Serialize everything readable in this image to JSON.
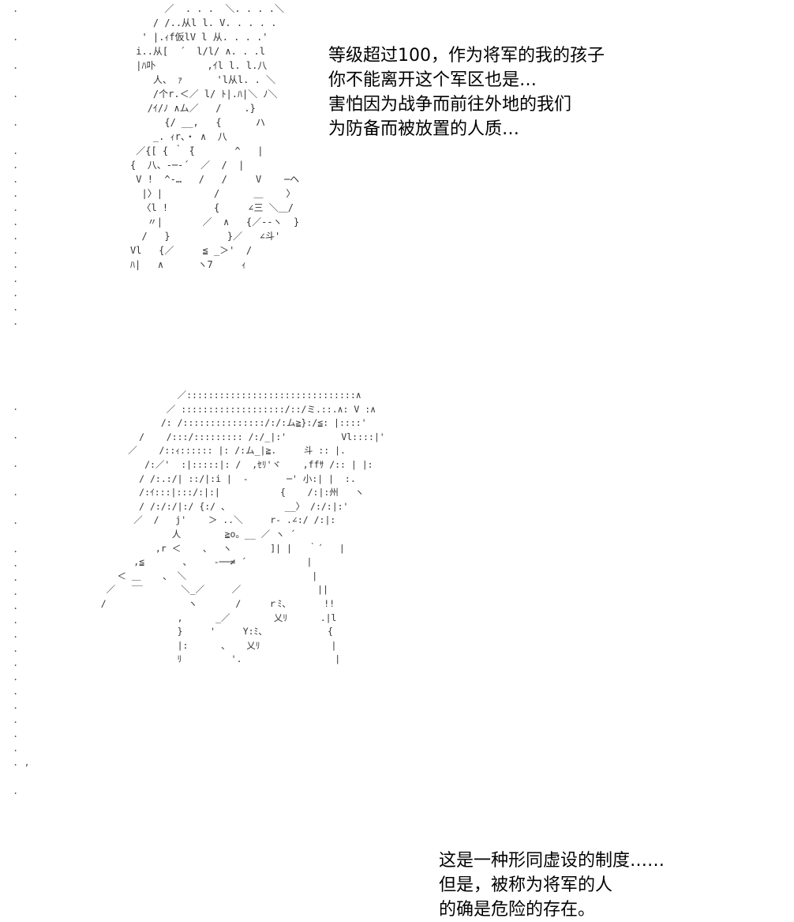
{
  "panels": [
    {
      "caption_lines": [
        "等级超过100，作为将军的我的孩子",
        "你不能离开这个军区也是…",
        "害怕因为战争而前往外地的我们",
        "为防备而被放置的人质…"
      ]
    },
    {
      "caption_lines": [
        "这是一种形同虚设的制度……",
        "但是，被称为将军的人",
        "的确是危险的存在。"
      ]
    }
  ]
}
